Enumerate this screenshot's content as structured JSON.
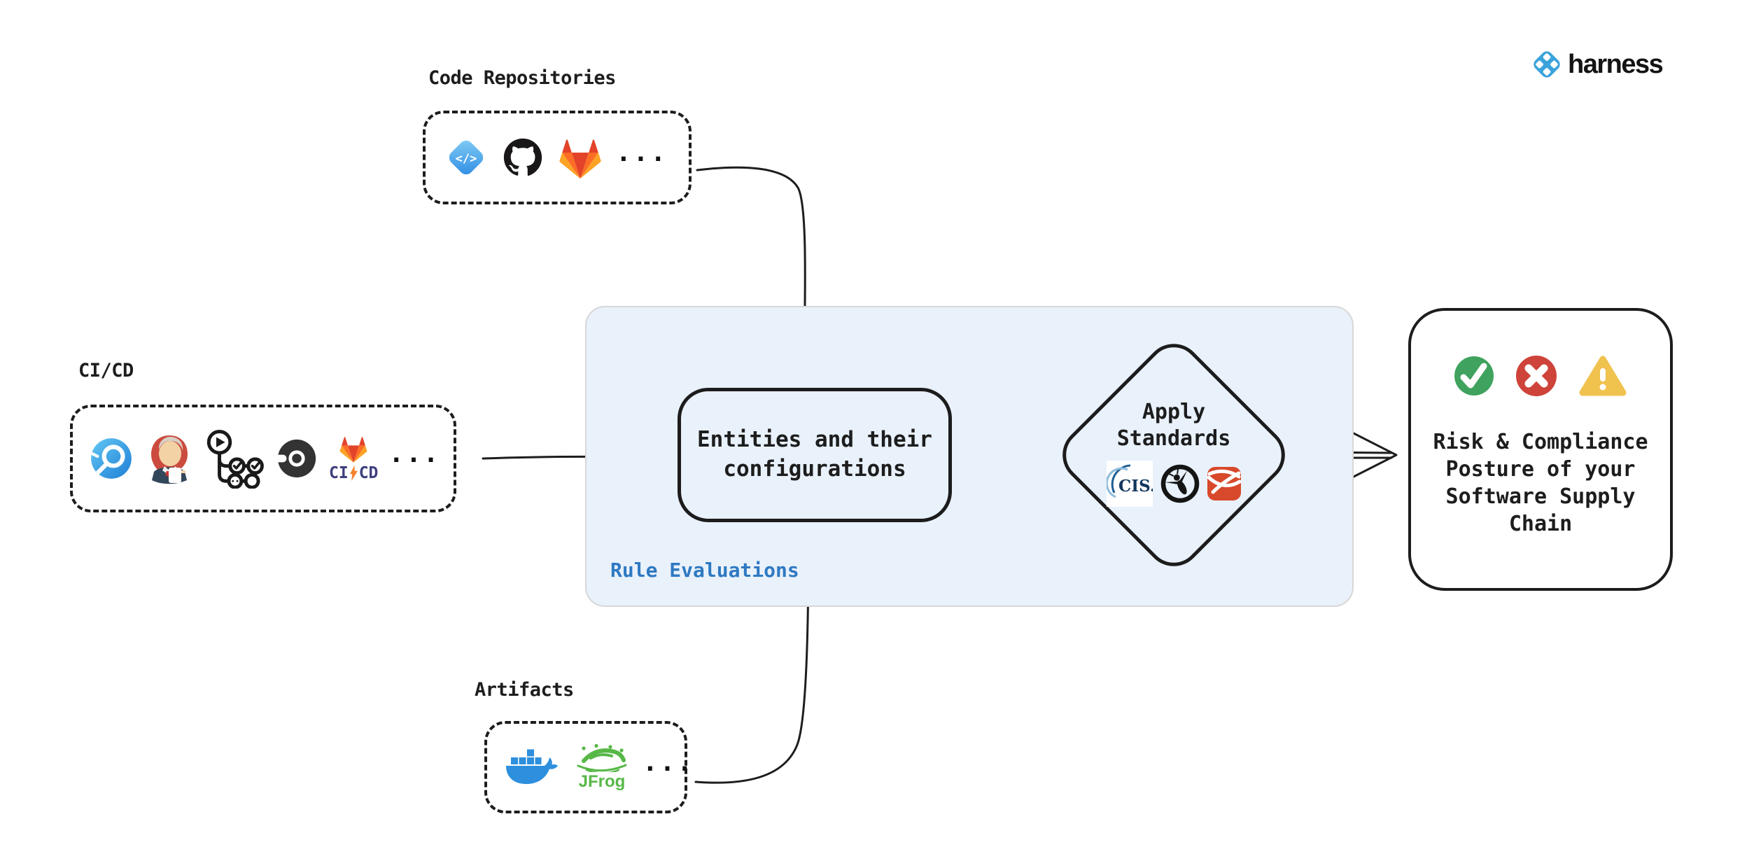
{
  "brand": {
    "wordmark": "harness"
  },
  "labels": {
    "code_repositories": "Code Repositories",
    "cicd": "CI/CD",
    "artifacts": "Artifacts",
    "rule_evaluations": "Rule Evaluations",
    "entities": "Entities and their\nconfigurations",
    "apply_standards": "Apply\nStandards",
    "outcome": "Risk & Compliance\nPosture of your\nSoftware Supply\nChain",
    "more": "..."
  },
  "icon_text": {
    "harness_code_glyph": "</>",
    "gitlab_ci": "CI",
    "gitlab_cd": "CD",
    "jfrog": "JFrog",
    "cis": "CIS."
  },
  "icon_names": {
    "code_repositories": [
      "harness-code",
      "github",
      "gitlab"
    ],
    "cicd": [
      "harness-ci",
      "jenkins",
      "github-actions",
      "circleci",
      "gitlab-cicd"
    ],
    "artifacts": [
      "docker",
      "jfrog"
    ],
    "apply_standards": [
      "cis",
      "owasp",
      "red-standard"
    ],
    "outcome_status": [
      "pass-check",
      "fail-cross",
      "warning-triangle"
    ]
  },
  "colors": {
    "container_fill": "#E9F1FB",
    "container_border": "#D7D7D7",
    "rule_label_blue": "#2E79C2",
    "ink": "#1D1D1D",
    "pass_green": "#3FA25E",
    "fail_red": "#CE433A",
    "warn_yellow": "#F0C24E",
    "harness_blue": "#3BA3DB",
    "gitlab_orange": "#FC6D26",
    "gitlab_red": "#E24329",
    "docker_blue": "#2D8FDD",
    "jfrog_green": "#57B847",
    "standard_red": "#D8492B",
    "cicd_text_navy": "#3E3E7E"
  }
}
